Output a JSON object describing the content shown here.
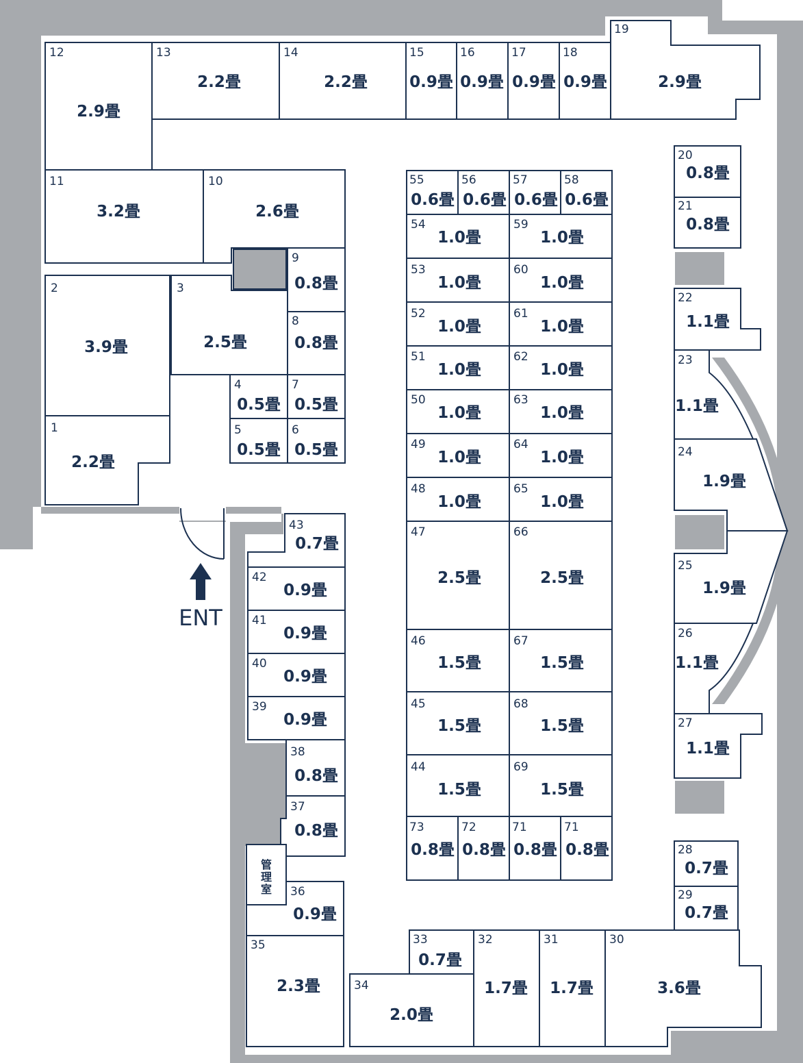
{
  "colors": {
    "wall": "#a7aaae",
    "line": "#1c3150",
    "background": "#ffffff"
  },
  "entrance": {
    "label": "ENT",
    "icon": "up-arrow-icon"
  },
  "management_room": {
    "label": "管理室"
  },
  "units": {
    "u1": {
      "number": "1",
      "size": "2.2畳"
    },
    "u2": {
      "number": "2",
      "size": "3.9畳"
    },
    "u3": {
      "number": "3",
      "size": "2.5畳"
    },
    "u4": {
      "number": "4",
      "size": "0.5畳"
    },
    "u5": {
      "number": "5",
      "size": "0.5畳"
    },
    "u6": {
      "number": "6",
      "size": "0.5畳"
    },
    "u7": {
      "number": "7",
      "size": "0.5畳"
    },
    "u8": {
      "number": "8",
      "size": "0.8畳"
    },
    "u9": {
      "number": "9",
      "size": "0.8畳"
    },
    "u10": {
      "number": "10",
      "size": "2.6畳"
    },
    "u11": {
      "number": "11",
      "size": "3.2畳"
    },
    "u12": {
      "number": "12",
      "size": "2.9畳"
    },
    "u13": {
      "number": "13",
      "size": "2.2畳"
    },
    "u14": {
      "number": "14",
      "size": "2.2畳"
    },
    "u15": {
      "number": "15",
      "size": "0.9畳"
    },
    "u16": {
      "number": "16",
      "size": "0.9畳"
    },
    "u17": {
      "number": "17",
      "size": "0.9畳"
    },
    "u18": {
      "number": "18",
      "size": "0.9畳"
    },
    "u19": {
      "number": "19",
      "size": "2.9畳"
    },
    "u20": {
      "number": "20",
      "size": "0.8畳"
    },
    "u21": {
      "number": "21",
      "size": "0.8畳"
    },
    "u22": {
      "number": "22",
      "size": "1.1畳"
    },
    "u23": {
      "number": "23",
      "size": "1.1畳"
    },
    "u24": {
      "number": "24",
      "size": "1.9畳"
    },
    "u25": {
      "number": "25",
      "size": "1.9畳"
    },
    "u26": {
      "number": "26",
      "size": "1.1畳"
    },
    "u27": {
      "number": "27",
      "size": "1.1畳"
    },
    "u28": {
      "number": "28",
      "size": "0.7畳"
    },
    "u29": {
      "number": "29",
      "size": "0.7畳"
    },
    "u30": {
      "number": "30",
      "size": "3.6畳"
    },
    "u31": {
      "number": "31",
      "size": "1.7畳"
    },
    "u32": {
      "number": "32",
      "size": "1.7畳"
    },
    "u33": {
      "number": "33",
      "size": "0.7畳"
    },
    "u34": {
      "number": "34",
      "size": "2.0畳"
    },
    "u35": {
      "number": "35",
      "size": "2.3畳"
    },
    "u36": {
      "number": "36",
      "size": "0.9畳"
    },
    "u37": {
      "number": "37",
      "size": "0.8畳"
    },
    "u38": {
      "number": "38",
      "size": "0.8畳"
    },
    "u39": {
      "number": "39",
      "size": "0.9畳"
    },
    "u40": {
      "number": "40",
      "size": "0.9畳"
    },
    "u41": {
      "number": "41",
      "size": "0.9畳"
    },
    "u42": {
      "number": "42",
      "size": "0.9畳"
    },
    "u43": {
      "number": "43",
      "size": "0.7畳"
    },
    "u44": {
      "number": "44",
      "size": "1.5畳"
    },
    "u45": {
      "number": "45",
      "size": "1.5畳"
    },
    "u46": {
      "number": "46",
      "size": "1.5畳"
    },
    "u47": {
      "number": "47",
      "size": "2.5畳"
    },
    "u48": {
      "number": "48",
      "size": "1.0畳"
    },
    "u49": {
      "number": "49",
      "size": "1.0畳"
    },
    "u50": {
      "number": "50",
      "size": "1.0畳"
    },
    "u51": {
      "number": "51",
      "size": "1.0畳"
    },
    "u52": {
      "number": "52",
      "size": "1.0畳"
    },
    "u53": {
      "number": "53",
      "size": "1.0畳"
    },
    "u54": {
      "number": "54",
      "size": "1.0畳"
    },
    "u55": {
      "number": "55",
      "size": "0.6畳"
    },
    "u56": {
      "number": "56",
      "size": "0.6畳"
    },
    "u57": {
      "number": "57",
      "size": "0.6畳"
    },
    "u58": {
      "number": "58",
      "size": "0.6畳"
    },
    "u59": {
      "number": "59",
      "size": "1.0畳"
    },
    "u60": {
      "number": "60",
      "size": "1.0畳"
    },
    "u61": {
      "number": "61",
      "size": "1.0畳"
    },
    "u62": {
      "number": "62",
      "size": "1.0畳"
    },
    "u63": {
      "number": "63",
      "size": "1.0畳"
    },
    "u64": {
      "number": "64",
      "size": "1.0畳"
    },
    "u65": {
      "number": "65",
      "size": "1.0畳"
    },
    "u66": {
      "number": "66",
      "size": "2.5畳"
    },
    "u67": {
      "number": "67",
      "size": "1.5畳"
    },
    "u68": {
      "number": "68",
      "size": "1.5畳"
    },
    "u69": {
      "number": "69",
      "size": "1.5畳"
    },
    "u71a": {
      "number": "71",
      "size": "0.8畳"
    },
    "u71b": {
      "number": "71",
      "size": "0.8畳"
    },
    "u72": {
      "number": "72",
      "size": "0.8畳"
    },
    "u73": {
      "number": "73",
      "size": "0.8畳"
    }
  }
}
